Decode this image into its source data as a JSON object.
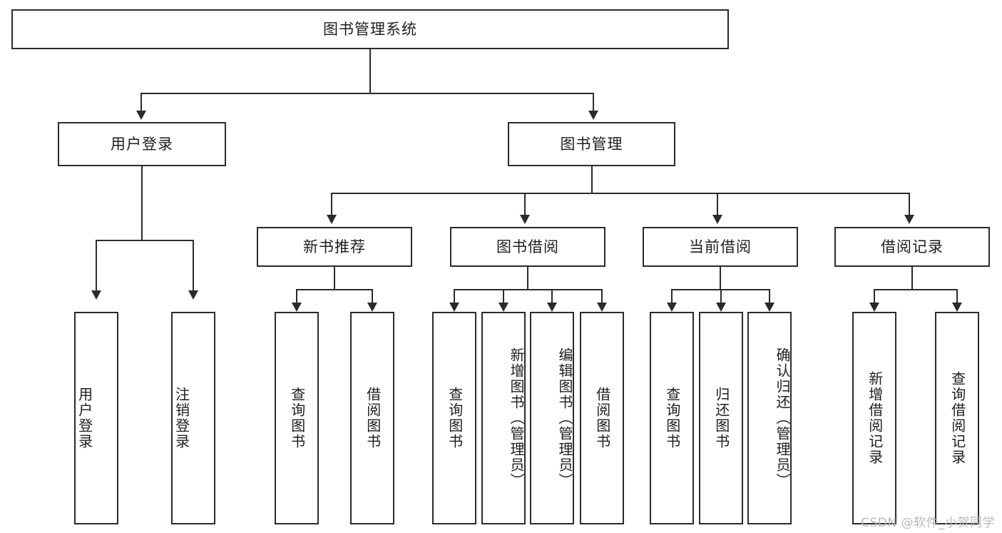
{
  "diagram": {
    "title": "图书管理系统",
    "root": {
      "label": "图书管理系统"
    },
    "level2": [
      {
        "label": "用户登录"
      },
      {
        "label": "图书管理"
      }
    ],
    "level3": [
      {
        "label": "新书推荐"
      },
      {
        "label": "图书借阅"
      },
      {
        "label": "当前借阅"
      },
      {
        "label": "借阅记录"
      }
    ],
    "leaves": {
      "user_login": [
        {
          "label": "用户登录"
        },
        {
          "label": "注销登录"
        }
      ],
      "new_book": [
        {
          "label": "查询图书"
        },
        {
          "label": "借阅图书"
        }
      ],
      "book_borrow": [
        {
          "label": "查询图书"
        },
        {
          "label": "新增图书（管理员）"
        },
        {
          "label": "编辑图书（管理员）"
        },
        {
          "label": "借阅图书"
        }
      ],
      "current_borrow": [
        {
          "label": "查询图书"
        },
        {
          "label": "归还图书"
        },
        {
          "label": "确认归还（管理员）"
        }
      ],
      "borrow_record": [
        {
          "label": "新增借阅记录"
        },
        {
          "label": "查询借阅记录"
        }
      ]
    }
  },
  "watermark": {
    "text": "CSDN @软件_小贺同学"
  },
  "colors": {
    "stroke": "#2b2b2b",
    "background": "#ffffff",
    "text": "#1d1d1d",
    "watermark": "#b9b9b9"
  }
}
